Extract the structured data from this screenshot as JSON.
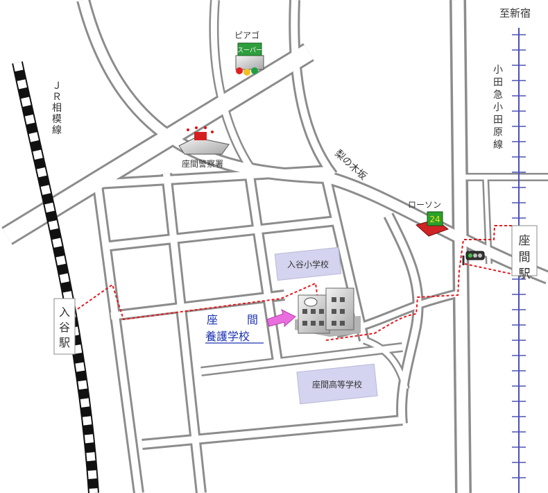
{
  "colors": {
    "road_fill": "#ffffff",
    "road_edge": "#8c8c8c",
    "block": "#ffffff",
    "route": "#e8161c",
    "odakyu_line": "#4b50b8",
    "school_box": "#d4d4f0",
    "arrow": "#ea6de0",
    "link_text": "#1c33b3"
  },
  "labels": {
    "to_shinjuku": "至新宿",
    "odakyu_line": "小田急小田原線",
    "jr_line": "ＪＲ相模線",
    "nashinokizaka": "梨の木坂",
    "piago": "ピアゴ",
    "super": "スーパー",
    "police": "座間警察署",
    "lawson": "ローソン",
    "lawson_24": "24",
    "iriya_elementary": "入谷小学校",
    "zama_high": "座間高等学校",
    "school_line1_a": "座",
    "school_line1_b": "間",
    "school_line2": "養護学校",
    "iriya_station": "入谷駅",
    "zama_station": "座間駅"
  },
  "icons": [
    "supermarket-icon",
    "police-station-icon",
    "convenience-store-icon",
    "school-building-icon",
    "traffic-light-icon",
    "pointer-arrow-icon"
  ]
}
